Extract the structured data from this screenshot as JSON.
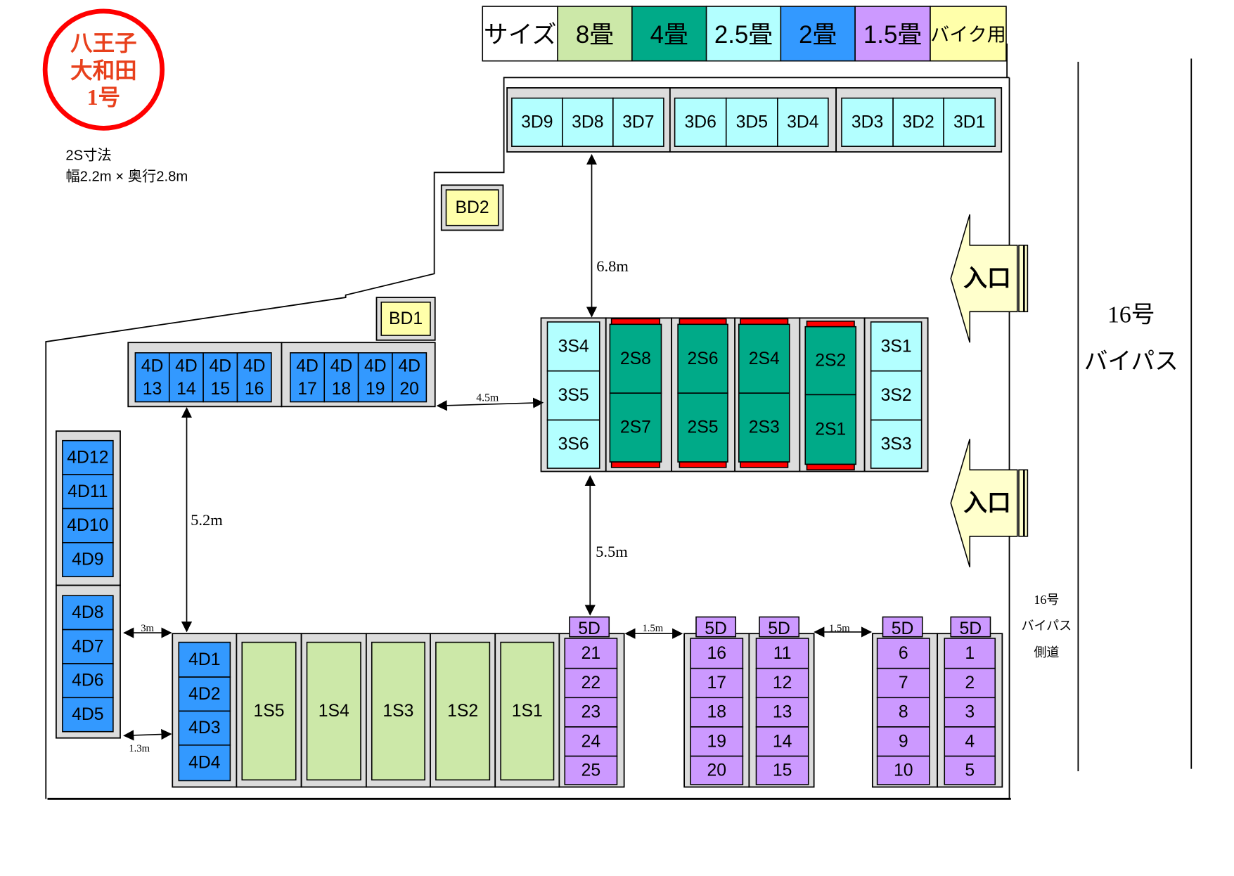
{
  "title": {
    "lines": [
      "八王子",
      "大和田",
      "1号"
    ],
    "color": "#ff0000",
    "text_color": "#e8401c"
  },
  "dimension_note": {
    "line1": "2S寸法",
    "line2": "幅2.2m × 奥行2.8m"
  },
  "legend": {
    "items": [
      {
        "label": "サイズ",
        "color": "#ffffff"
      },
      {
        "label": "8畳",
        "color": "#cce8a8"
      },
      {
        "label": "4畳",
        "color": "#00aa88"
      },
      {
        "label": "2.5畳",
        "color": "#b3ffff"
      },
      {
        "label": "2畳",
        "color": "#3399ff"
      },
      {
        "label": "1.5畳",
        "color": "#cc99ff"
      },
      {
        "label": "バイク用",
        "color": "#ffffaa"
      }
    ]
  },
  "colors": {
    "s8": "#cce8a8",
    "s4": "#00aa88",
    "s25": "#b3ffff",
    "s2": "#3399ff",
    "s15": "#cc99ff",
    "bike": "#ffffaa",
    "door": "#ff0000",
    "frame": "#dcdcdc"
  },
  "units": {
    "row_3d_groups": [
      [
        "3D9",
        "3D8",
        "3D7"
      ],
      [
        "3D6",
        "3D5",
        "3D4"
      ],
      [
        "3D3",
        "3D2",
        "3D1"
      ]
    ],
    "bike": [
      "BD2",
      "BD1"
    ],
    "row_4d_top_groups": [
      [
        [
          "4D",
          "13"
        ],
        [
          "4D",
          "14"
        ],
        [
          "4D",
          "15"
        ],
        [
          "4D",
          "16"
        ]
      ],
      [
        [
          "4D",
          "17"
        ],
        [
          "4D",
          "18"
        ],
        [
          "4D",
          "19"
        ],
        [
          "4D",
          "20"
        ]
      ]
    ],
    "col_4d_left_groups": [
      [
        "4D12",
        "4D11",
        "4D10",
        "4D9"
      ],
      [
        "4D8",
        "4D7",
        "4D6",
        "4D5"
      ]
    ],
    "center_3s_left": [
      "3S4",
      "3S5",
      "3S6"
    ],
    "center_2s_pairs": [
      [
        "2S8",
        "2S7"
      ],
      [
        "2S6",
        "2S5"
      ],
      [
        "2S4",
        "2S3"
      ],
      [
        "2S2",
        "2S1"
      ]
    ],
    "center_3s_right": [
      "3S1",
      "3S2",
      "3S3"
    ],
    "col_4d_bottom": [
      "4D1",
      "4D2",
      "4D3",
      "4D4"
    ],
    "row_1s": [
      "1S5",
      "1S4",
      "1S3",
      "1S2",
      "1S1"
    ],
    "col_5d": [
      {
        "header": "5D",
        "cells": [
          "21",
          "22",
          "23",
          "24",
          "25"
        ]
      },
      {
        "header": "5D",
        "cells": [
          "16",
          "17",
          "18",
          "19",
          "20"
        ]
      },
      {
        "header": "5D",
        "cells": [
          "11",
          "12",
          "13",
          "14",
          "15"
        ]
      },
      {
        "header": "5D",
        "cells": [
          "6",
          "7",
          "8",
          "9",
          "10"
        ]
      },
      {
        "header": "5D",
        "cells": [
          "1",
          "2",
          "3",
          "4",
          "5"
        ]
      }
    ]
  },
  "dimensions": {
    "d68": "6.8m",
    "d45": "4.5m",
    "d52": "5.2m",
    "d55": "5.5m",
    "d3": "3m",
    "d13": "1.3m",
    "d15a": "1.5m",
    "d15b": "1.5m"
  },
  "entrances": [
    {
      "label": "入口"
    },
    {
      "label": "入口"
    }
  ],
  "road": {
    "main_line1": "16号",
    "main_line2": "バイパス",
    "side_line1": "16号",
    "side_line2": "バイパス",
    "side_line3": "側道"
  }
}
